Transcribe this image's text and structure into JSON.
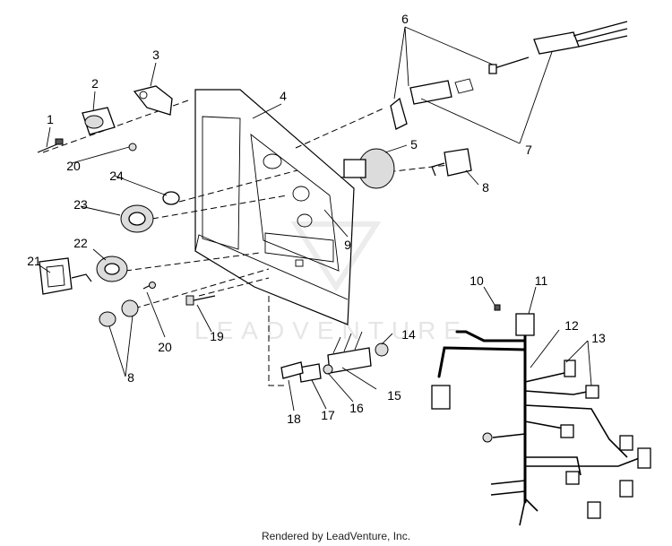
{
  "watermark": "LEADVENTURE",
  "footer": "Rendered by LeadVenture, Inc.",
  "callouts": {
    "c1": "1",
    "c2": "2",
    "c3": "3",
    "c4": "4",
    "c5": "5",
    "c6": "6",
    "c7": "7",
    "c8a": "8",
    "c8b": "8",
    "c9": "9",
    "c10": "10",
    "c11": "11",
    "c12": "12",
    "c13": "13",
    "c14": "14",
    "c15": "15",
    "c16": "16",
    "c17": "17",
    "c18": "18",
    "c19": "19",
    "c20a": "20",
    "c20b": "20",
    "c21": "21",
    "c22": "22",
    "c23": "23",
    "c24": "24"
  }
}
